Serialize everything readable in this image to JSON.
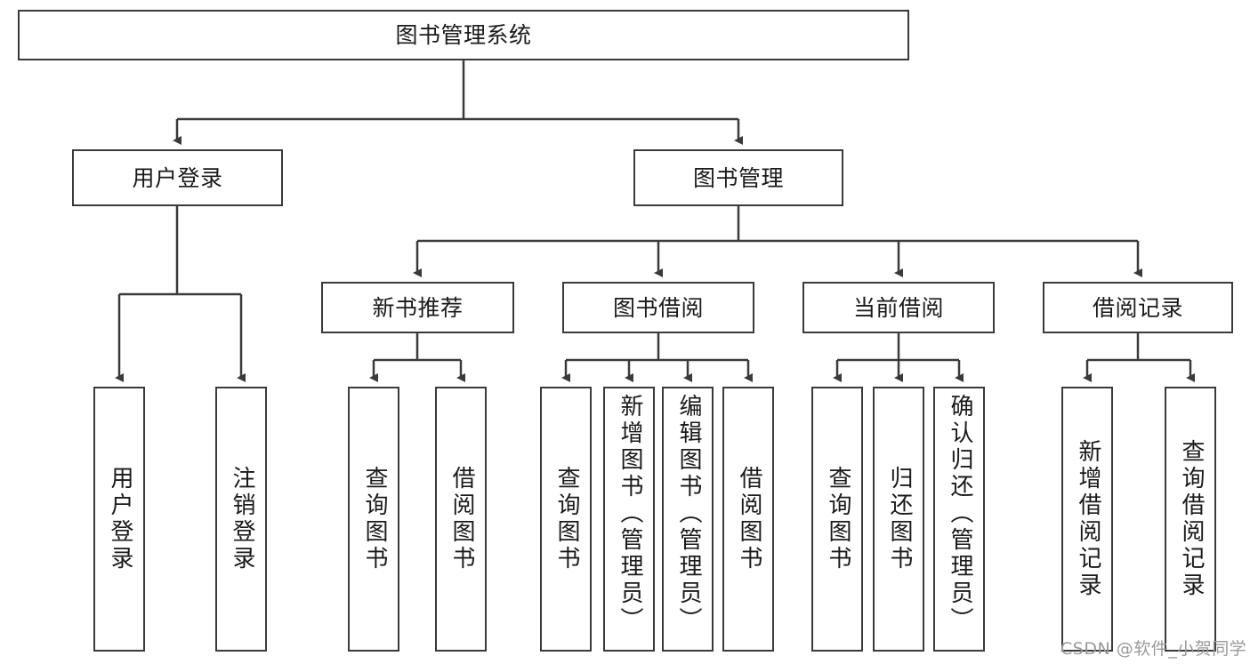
{
  "diagram": {
    "title": "图书管理系统",
    "root": {
      "label": "图书管理系统"
    },
    "level1": [
      {
        "label": "用户登录"
      },
      {
        "label": "图书管理"
      }
    ],
    "level2": [
      {
        "label": "新书推荐"
      },
      {
        "label": "图书借阅"
      },
      {
        "label": "当前借阅"
      },
      {
        "label": "借阅记录"
      }
    ],
    "leaves": {
      "user_login": [
        {
          "label": "用户登录"
        },
        {
          "label": "注销登录"
        }
      ],
      "new_book": [
        {
          "label": "查询图书"
        },
        {
          "label": "借阅图书"
        }
      ],
      "book_borrow": [
        {
          "label": "查询图书"
        },
        {
          "label": "新增图书（管理员）"
        },
        {
          "label": "编辑图书（管理员）"
        },
        {
          "label": "借阅图书"
        }
      ],
      "current_borrow": [
        {
          "label": "查询图书"
        },
        {
          "label": "归还图书"
        },
        {
          "label": "确认归还（管理员）"
        }
      ],
      "borrow_record": [
        {
          "label": "新增借阅记录"
        },
        {
          "label": "查询借阅记录"
        }
      ]
    }
  },
  "watermark": {
    "text": "CSDN @软件_小贺同学"
  },
  "colors": {
    "stroke": "#3a3a3a",
    "fill": "#ffffff",
    "text": "#1a1a1a",
    "watermark": "#9a9a9a"
  }
}
